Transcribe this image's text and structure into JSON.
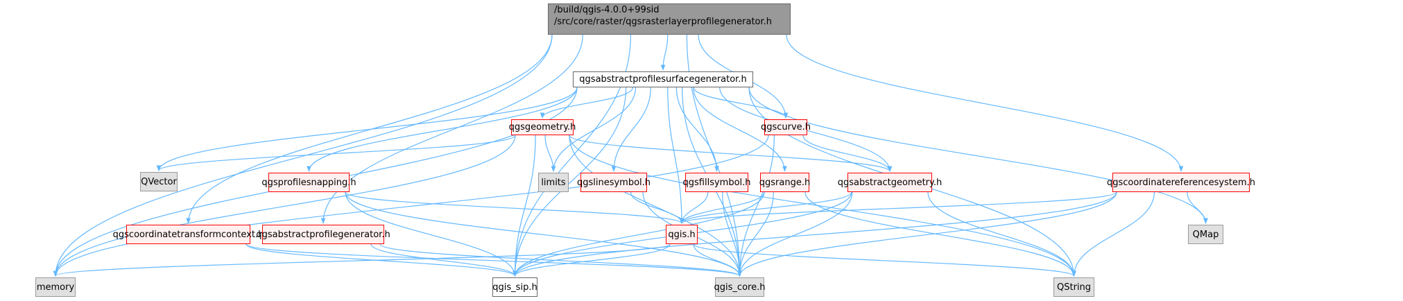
{
  "colors": {
    "edge": "#63b8ff",
    "root_fill": "#999999",
    "red_border": "#ff0000",
    "red_fill": "#fff0f0",
    "ext_fill": "#e0e0e0"
  },
  "nodes": {
    "root": {
      "line1": "/build/qgis-4.0.0+99sid",
      "line2": "/src/core/raster/qgsrasterlayerprofilegenerator.h",
      "kind": "root"
    },
    "surface": {
      "label": "qgsabstractprofilesurfacegenerator.h",
      "kind": "plain"
    },
    "geometry": {
      "label": "qgsgeometry.h",
      "kind": "red"
    },
    "curve": {
      "label": "qgscurve.h",
      "kind": "red"
    },
    "qvector": {
      "label": "QVector",
      "kind": "ext"
    },
    "snapping": {
      "label": "qgsprofilesnapping.h",
      "kind": "red"
    },
    "limits": {
      "label": "limits",
      "kind": "ext"
    },
    "linesymbol": {
      "label": "qgslinesymbol.h",
      "kind": "red"
    },
    "fillsymbol": {
      "label": "qgsfillsymbol.h",
      "kind": "red"
    },
    "range": {
      "label": "qgsrange.h",
      "kind": "red"
    },
    "absgeom": {
      "label": "qgsabstractgeometry.h",
      "kind": "red"
    },
    "crs": {
      "label": "qgscoordinatereferencesystem.h",
      "kind": "red"
    },
    "ctc": {
      "label": "qgscoordinatetransformcontext.h",
      "kind": "red"
    },
    "absprofgen": {
      "label": "qgsabstractprofilegenerator.h",
      "kind": "red"
    },
    "qgis": {
      "label": "qgis.h",
      "kind": "red"
    },
    "qmap": {
      "label": "QMap",
      "kind": "ext"
    },
    "memory": {
      "label": "memory",
      "kind": "ext"
    },
    "sip": {
      "label": "qgis_sip.h",
      "kind": "plain"
    },
    "core": {
      "label": "qgis_core.h",
      "kind": "ext"
    },
    "qstring": {
      "label": "QString",
      "kind": "ext"
    }
  },
  "edges": [
    [
      "root",
      "surface"
    ],
    [
      "root",
      "curve"
    ],
    [
      "root",
      "crs"
    ],
    [
      "root",
      "ctc"
    ],
    [
      "root",
      "absprofgen"
    ],
    [
      "root",
      "memory"
    ],
    [
      "root",
      "sip"
    ],
    [
      "root",
      "core"
    ],
    [
      "surface",
      "geometry"
    ],
    [
      "surface",
      "curve"
    ],
    [
      "surface",
      "qvector"
    ],
    [
      "surface",
      "snapping"
    ],
    [
      "surface",
      "limits"
    ],
    [
      "surface",
      "linesymbol"
    ],
    [
      "surface",
      "fillsymbol"
    ],
    [
      "surface",
      "range"
    ],
    [
      "surface",
      "absgeom"
    ],
    [
      "surface",
      "qgis"
    ],
    [
      "surface",
      "qmap"
    ],
    [
      "surface",
      "memory"
    ],
    [
      "surface",
      "sip"
    ],
    [
      "surface",
      "core"
    ],
    [
      "surface",
      "qstring"
    ],
    [
      "geometry",
      "qvector"
    ],
    [
      "geometry",
      "limits"
    ],
    [
      "geometry",
      "absgeom"
    ],
    [
      "geometry",
      "memory"
    ],
    [
      "geometry",
      "sip"
    ],
    [
      "geometry",
      "core"
    ],
    [
      "geometry",
      "qstring"
    ],
    [
      "curve",
      "absgeom"
    ],
    [
      "curve",
      "memory"
    ],
    [
      "curve",
      "core"
    ],
    [
      "snapping",
      "qgis"
    ],
    [
      "snapping",
      "sip"
    ],
    [
      "snapping",
      "core"
    ],
    [
      "linesymbol",
      "qgis"
    ],
    [
      "linesymbol",
      "core"
    ],
    [
      "fillsymbol",
      "qgis"
    ],
    [
      "fillsymbol",
      "core"
    ],
    [
      "range",
      "qgis"
    ],
    [
      "range",
      "sip"
    ],
    [
      "range",
      "core"
    ],
    [
      "range",
      "qstring"
    ],
    [
      "absgeom",
      "qgis"
    ],
    [
      "absgeom",
      "core"
    ],
    [
      "absgeom",
      "qstring"
    ],
    [
      "absgeom",
      "sip"
    ],
    [
      "crs",
      "qgis"
    ],
    [
      "crs",
      "qmap"
    ],
    [
      "crs",
      "core"
    ],
    [
      "crs",
      "qstring"
    ],
    [
      "crs",
      "sip"
    ],
    [
      "ctc",
      "sip"
    ],
    [
      "ctc",
      "core"
    ],
    [
      "absprofgen",
      "sip"
    ],
    [
      "absprofgen",
      "core"
    ],
    [
      "qgis",
      "memory"
    ],
    [
      "qgis",
      "sip"
    ],
    [
      "qgis",
      "core"
    ],
    [
      "qgis",
      "qstring"
    ]
  ]
}
